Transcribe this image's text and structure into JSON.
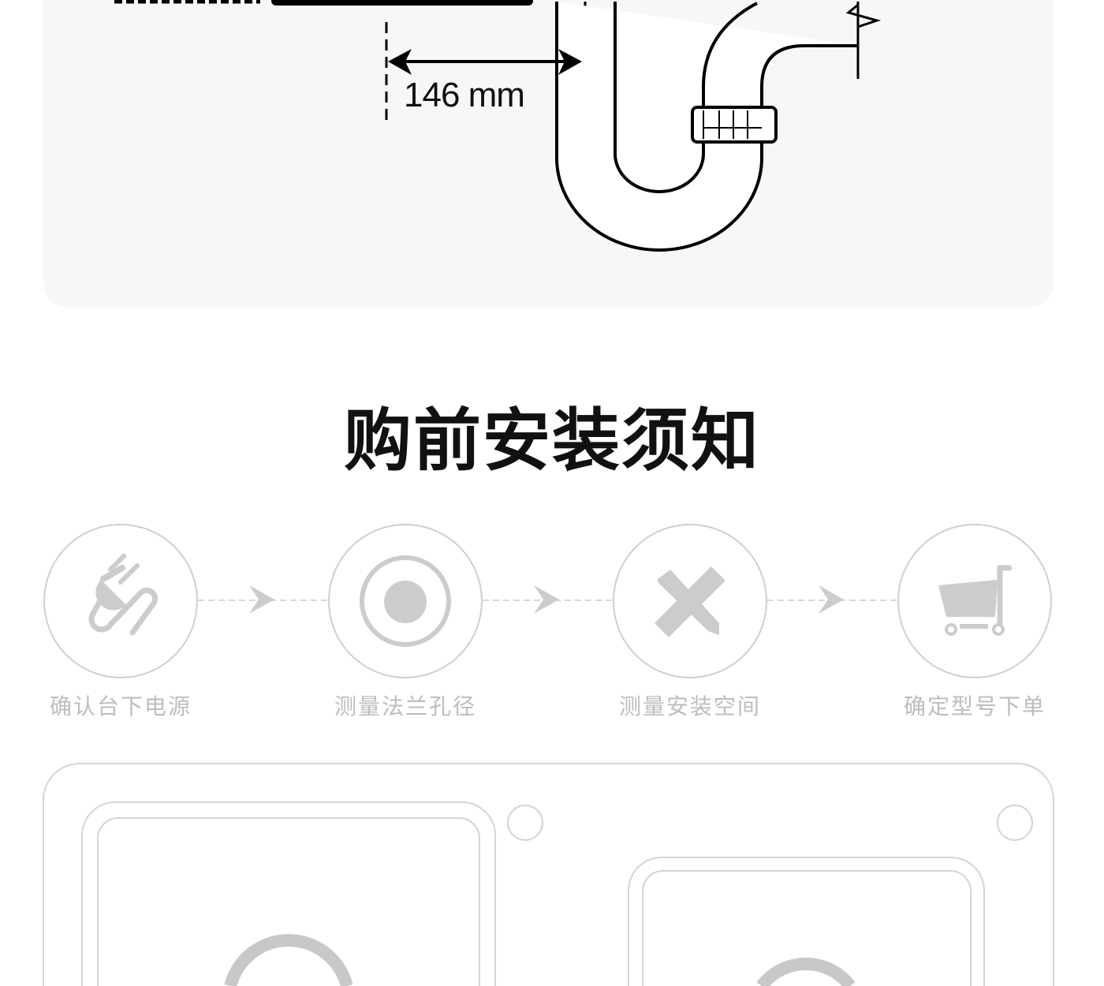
{
  "diagram": {
    "dimension_label": "146 mm"
  },
  "section": {
    "title": "购前安装须知"
  },
  "steps": [
    {
      "label": "确认台下电源",
      "icon": "plug-icon"
    },
    {
      "label": "测量法兰孔径",
      "icon": "flange-hole-icon"
    },
    {
      "label": "测量安装空间",
      "icon": "ruler-pencil-icon"
    },
    {
      "label": "确定型号下单",
      "icon": "shopping-cart-icon"
    }
  ],
  "colors": {
    "panel_bg": "#f7f7f7",
    "icon_gray": "#cccccc",
    "label_gray": "#bdbdbd",
    "line": "#111111"
  }
}
